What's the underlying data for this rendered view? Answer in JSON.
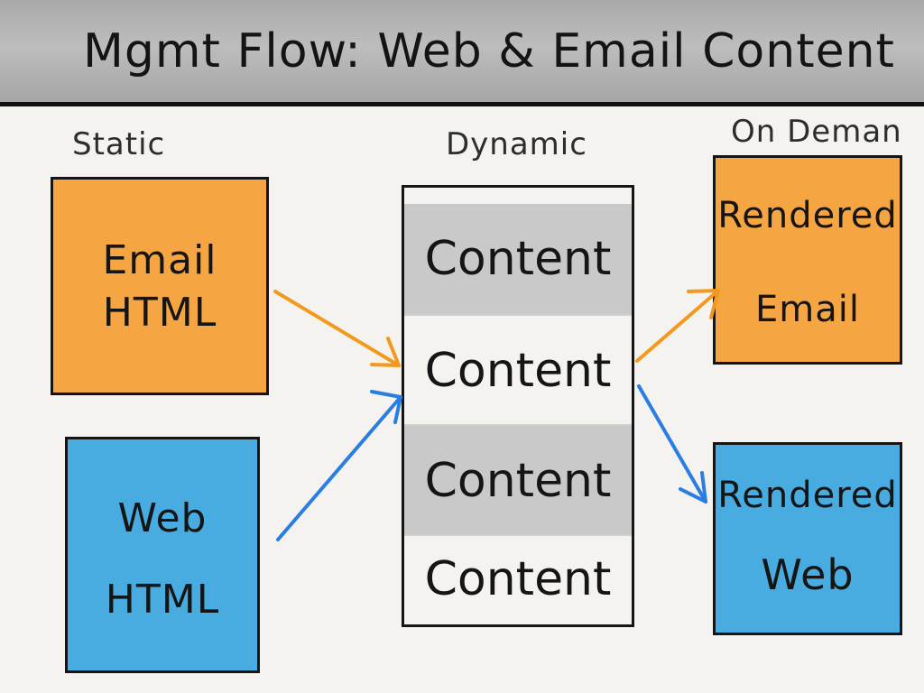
{
  "title": "Mgmt Flow: Web & Email Content",
  "columns": {
    "static": "Static",
    "dynamic": "Dynamic",
    "on_demand": "On Deman"
  },
  "static_boxes": {
    "email": {
      "line1": "Email",
      "line2": "HTML"
    },
    "web": {
      "line1": "Web",
      "line2": "HTML"
    }
  },
  "dynamic_cells": [
    "Content",
    "Content",
    "Content",
    "Content"
  ],
  "output_boxes": {
    "email": {
      "line1": "Rendered",
      "line2": "Email"
    },
    "web": {
      "line1": "Rendered",
      "line2": "Web"
    }
  },
  "colors": {
    "orange": "#f6a543",
    "blue": "#49ace0",
    "arrow_orange": "#f39a1e",
    "arrow_blue": "#2a7de1",
    "shade": "#c9c9c9"
  }
}
